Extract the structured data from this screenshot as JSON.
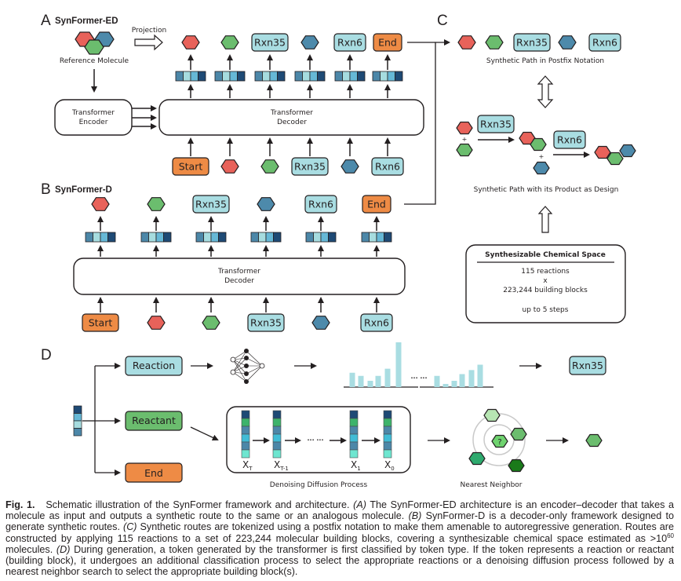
{
  "panels": {
    "A": {
      "letter": "A",
      "title": "SynFormer-ED",
      "reference_label": "Reference Molecule",
      "projection_label": "Projection",
      "encoder_label_1": "Transformer",
      "encoder_label_2": "Encoder",
      "decoder_label_1": "Transformer",
      "decoder_label_2": "Decoder",
      "output_tokens": [
        "red-hex",
        "green-hex",
        "Rxn35",
        "blue-hex",
        "Rxn6",
        "End"
      ],
      "input_tokens": [
        "Start",
        "red-hex",
        "green-hex",
        "Rxn35",
        "blue-hex",
        "Rxn6"
      ]
    },
    "B": {
      "letter": "B",
      "title": "SynFormer-D",
      "decoder_label_1": "Transformer",
      "decoder_label_2": "Decoder",
      "output_tokens": [
        "red-hex",
        "green-hex",
        "Rxn35",
        "blue-hex",
        "Rxn6",
        "End"
      ],
      "input_tokens": [
        "Start",
        "red-hex",
        "green-hex",
        "Rxn35",
        "blue-hex",
        "Rxn6"
      ]
    },
    "C": {
      "letter": "C",
      "postfix_tokens": [
        "red-hex",
        "green-hex",
        "Rxn35",
        "blue-hex",
        "Rxn6"
      ],
      "postfix_label": "Synthetic Path in Postfix Notation",
      "path_label": "Synthetic Path with its Product as Design",
      "rxn_a": "Rxn35",
      "rxn_b": "Rxn6",
      "plus": "+",
      "space_box": {
        "title": "Synthesizable Chemical Space",
        "line1": "115 reactions",
        "line2": "x",
        "line3": "223,244 building blocks",
        "line4": "up to 5 steps"
      }
    },
    "D": {
      "letter": "D",
      "branch_reaction": "Reaction",
      "branch_reactant": "Reactant",
      "branch_end": "End",
      "result_reaction": "Rxn35",
      "dots": "··· ···",
      "diffusion_steps": [
        "X_T",
        "X_T-1",
        "X_1",
        "X_0"
      ],
      "diffusion_label": "Denoising Diffusion Process",
      "nn_label": "Nearest Neighbor",
      "nn_query": "?",
      "distribution_left": [
        0.32,
        0.25,
        0.14,
        0.25,
        0.41,
        1.0
      ],
      "distribution_right": [
        0.25,
        0.07,
        0.14,
        0.29,
        0.38,
        0.5
      ]
    }
  },
  "colors": {
    "red": "#e8625a",
    "green": "#6bbd6e",
    "blue": "#4d8aab",
    "rxn_fill": "#a9dde2",
    "special_fill": "#ee8b45",
    "outline": "#231f20",
    "emb": [
      "#4c87a8",
      "#a6dcdf",
      "#66b8d6",
      "#1e4a75"
    ],
    "bar": "#a9dde2"
  },
  "caption": {
    "fig": "Fig. 1.",
    "intro": "Schematic illustration of the SynFormer framework and architecture. ",
    "a_tag": "(A)",
    "a_text": " The SynFormer-ED architecture is an encoder–decoder that takes a molecule as input and outputs a synthetic route to the same or an analogous molecule. ",
    "b_tag": "(B)",
    "b_text": " SynFormer-D is a decoder-only framework designed to generate synthetic routes. ",
    "c_tag": "(C)",
    "c_text": " Synthetic routes are tokenized using a postfix notation to make them amenable to autoregressive generation. Routes are constructed by applying 115 reactions to a set of 223,244 molecular building blocks, covering a synthesizable chemical space estimated as >10",
    "c_sup": "60",
    "c_text2": " molecules. ",
    "d_tag": "(D)",
    "d_text": " During generation, a token generated by the transformer is first classified by token type. If the token represents a reaction or reactant (building block), it undergoes an additional classification process to select the appropriate reactions or a denoising diffusion process followed by a nearest neighbor search to select the appropriate building block(s)."
  }
}
